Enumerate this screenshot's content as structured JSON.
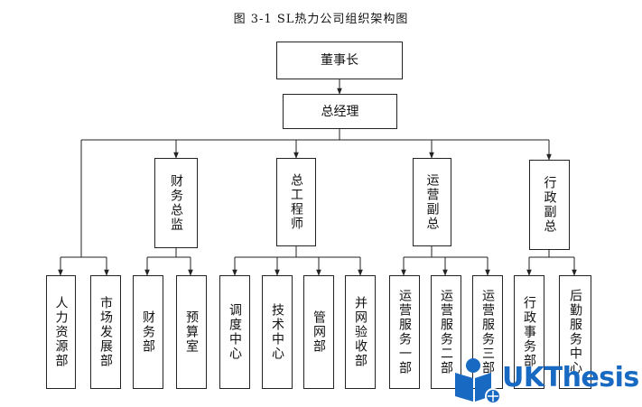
{
  "title": "图 3-1 SL热力公司组织架构图",
  "nodes": {
    "chairman": "董事长",
    "gm": "总经理",
    "finance_director": "财务总监",
    "chief_engineer": "总工程师",
    "ops_vp": "运营副总",
    "admin_vp": "行政副总",
    "hr": "人力资源部",
    "market": "市场发展部",
    "finance_dept": "财务部",
    "budget": "预算室",
    "dispatch": "调度中心",
    "tech": "技术中心",
    "pipe": "管网部",
    "grid": "并网验收部",
    "ops1": "运营服务一部",
    "ops2": "运营服务二部",
    "ops3": "运营服务三部",
    "admin_affairs": "行政事务部",
    "logistics": "后勤服务中心"
  },
  "logo": {
    "text": "UKThesis",
    "accent": "#1769c2"
  }
}
